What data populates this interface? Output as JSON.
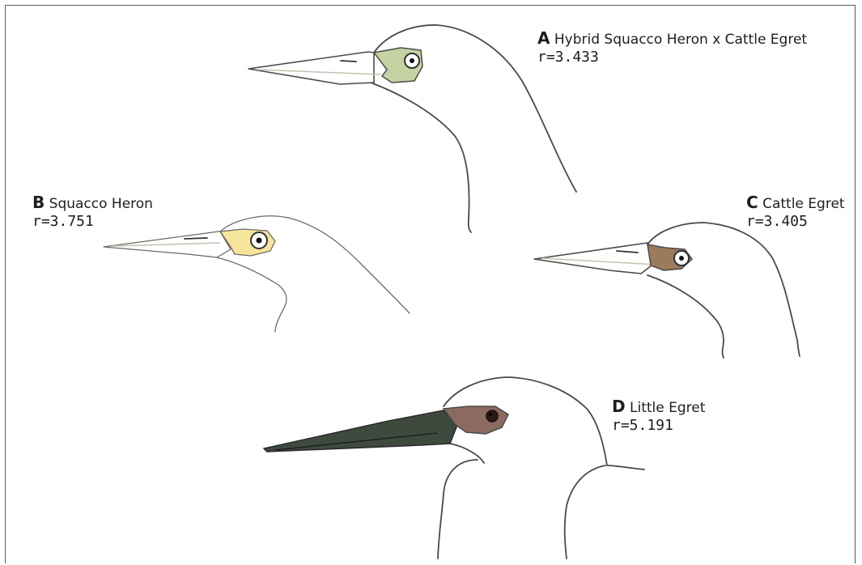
{
  "colors": {
    "lore_a": "#c5d3a3",
    "lore_b": "#f7e59c",
    "lore_c": "#9c7a5c",
    "lore_d": "#8d6a60",
    "bill_d": "#3f4a3f",
    "outline": "#4a4a4a"
  },
  "heads": [
    {
      "letter": "A",
      "name": "Hybrid Squacco Heron x Cattle Egret",
      "ratio": "r=3.433"
    },
    {
      "letter": "B",
      "name": "Squacco Heron",
      "ratio": "r=3.751"
    },
    {
      "letter": "C",
      "name": "Cattle Egret",
      "ratio": "r=3.405"
    },
    {
      "letter": "D",
      "name": "Little Egret",
      "ratio": "r=5.191"
    }
  ]
}
